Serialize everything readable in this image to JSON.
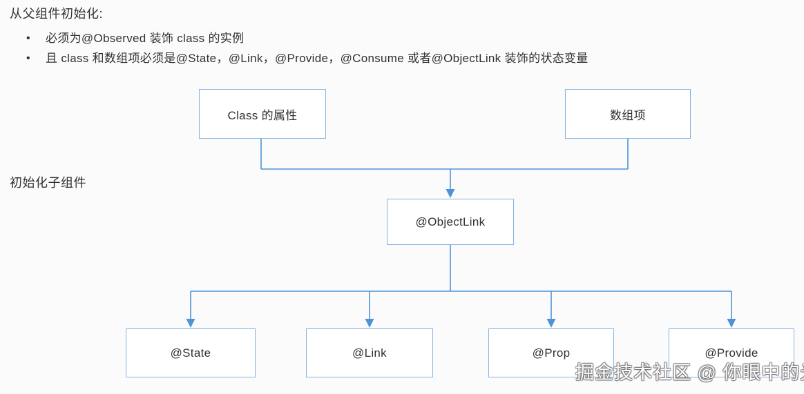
{
  "header": {
    "title": "从父组件初始化:",
    "bullets": [
      "必须为@Observed 装饰 class 的实例",
      "且 class 和数组项必须是@State，@Link，@Provide，@Consume 或者@ObjectLink 装饰的状态变量"
    ]
  },
  "side_label": "初始化子组件",
  "diagram": {
    "nodes": {
      "class_attr": "Class 的属性",
      "array_item": "数组项",
      "objectlink": "@ObjectLink",
      "state": "@State",
      "link": "@Link",
      "prop": "@Prop",
      "provide": "@Provide"
    }
  },
  "watermark": "掘金技术社区 @ 你眼中的光",
  "theme": {
    "background": "#fbfbfb",
    "box_border": "#85b2e2",
    "connector": "#4f93d7",
    "text": "#303030",
    "watermark_text": "#ffffff"
  }
}
